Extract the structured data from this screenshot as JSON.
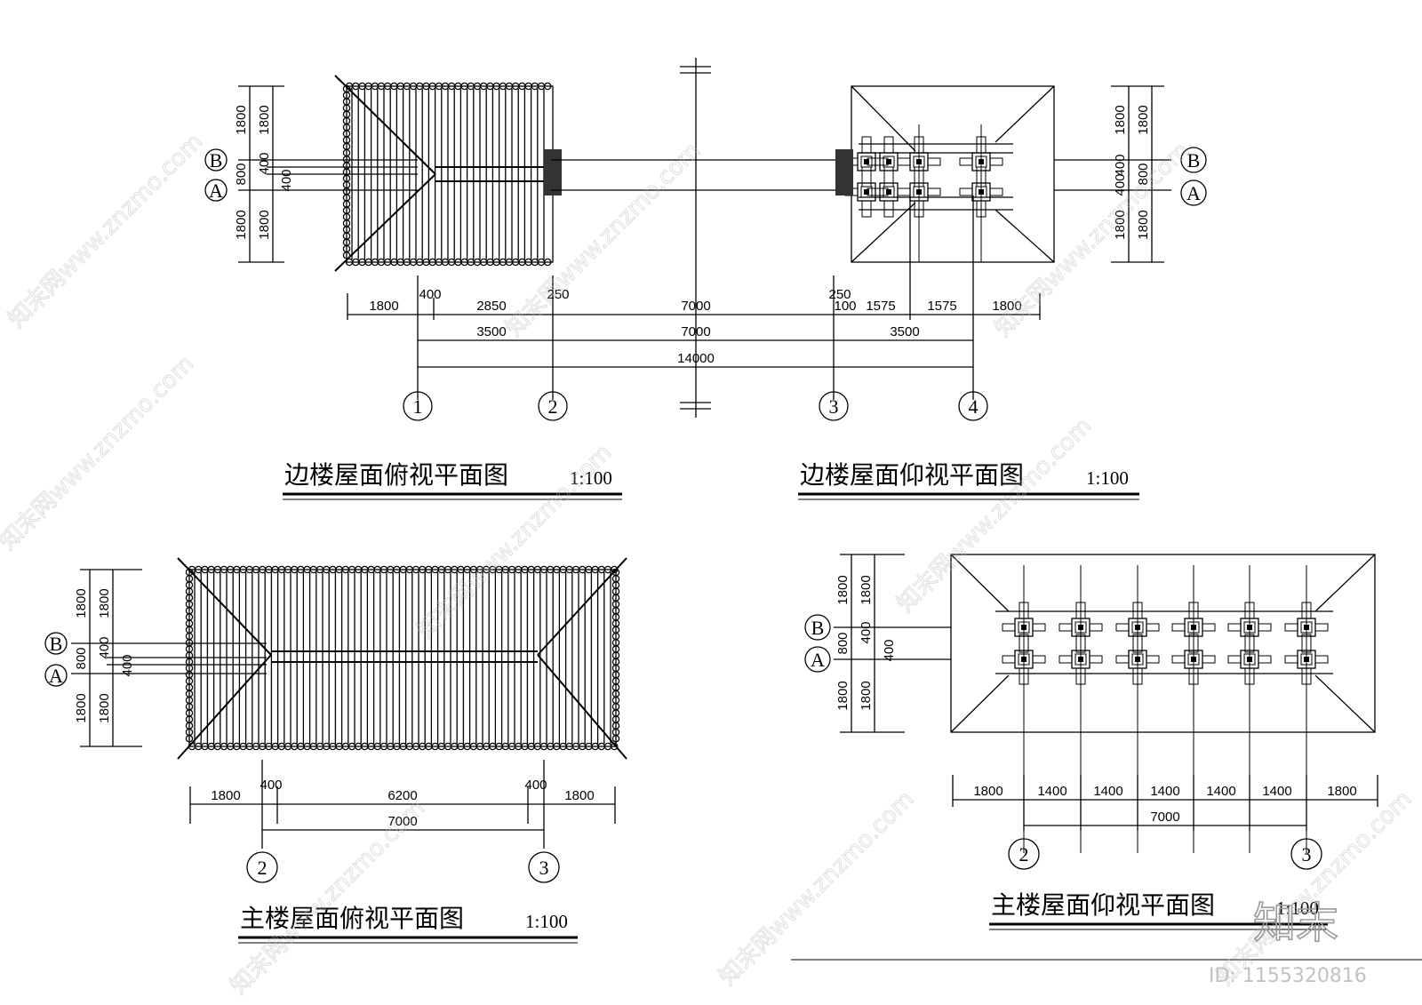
{
  "drawings": [
    {
      "id": "side-top",
      "title": "边楼屋面俯视平面图",
      "scale": "1:100",
      "left_dims": [
        "1800",
        "1800",
        "400",
        "800",
        "400",
        "1800",
        "1800"
      ],
      "grid_labels": [
        "B",
        "A"
      ],
      "bottom_dims_row1": [
        "1800",
        "400",
        "2850",
        "250",
        "7000",
        "250",
        "100",
        "1575",
        "1575",
        "1800"
      ],
      "bottom_dims_row2": [
        "3500",
        "7000",
        "3500"
      ],
      "bottom_dims_row3": [
        "14000"
      ],
      "axis_numbers": [
        "1",
        "2",
        "3",
        "4"
      ]
    },
    {
      "id": "side-bottom",
      "title": "边楼屋面仰视平面图",
      "scale": "1:100",
      "right_dims": [
        "1800",
        "1800",
        "400",
        "800",
        "400",
        "1800",
        "1800"
      ],
      "grid_labels": [
        "B",
        "A"
      ]
    },
    {
      "id": "main-top",
      "title": "主楼屋面俯视平面图",
      "scale": "1:100",
      "left_dims": [
        "1800",
        "1800",
        "400",
        "800",
        "400",
        "1800",
        "1800"
      ],
      "grid_labels": [
        "B",
        "A"
      ],
      "bottom_dims_row1": [
        "1800",
        "400",
        "6200",
        "400",
        "1800"
      ],
      "bottom_dims_row2": [
        "7000"
      ],
      "axis_numbers": [
        "2",
        "3"
      ]
    },
    {
      "id": "main-bottom",
      "title": "主楼屋面仰视平面图",
      "scale": "1:100",
      "left_dims": [
        "1800",
        "1800",
        "400",
        "800",
        "400",
        "1800",
        "1800"
      ],
      "grid_labels": [
        "B",
        "A"
      ],
      "bottom_dims_row1": [
        "1800",
        "1400",
        "1400",
        "1400",
        "1400",
        "1400",
        "1800"
      ],
      "bottom_dims_row2": [
        "7000"
      ],
      "axis_numbers": [
        "2",
        "3"
      ]
    }
  ],
  "watermark": {
    "text": "知末网www.znzmo.com",
    "logo": "知末",
    "id_label": "ID: 1155320816"
  }
}
